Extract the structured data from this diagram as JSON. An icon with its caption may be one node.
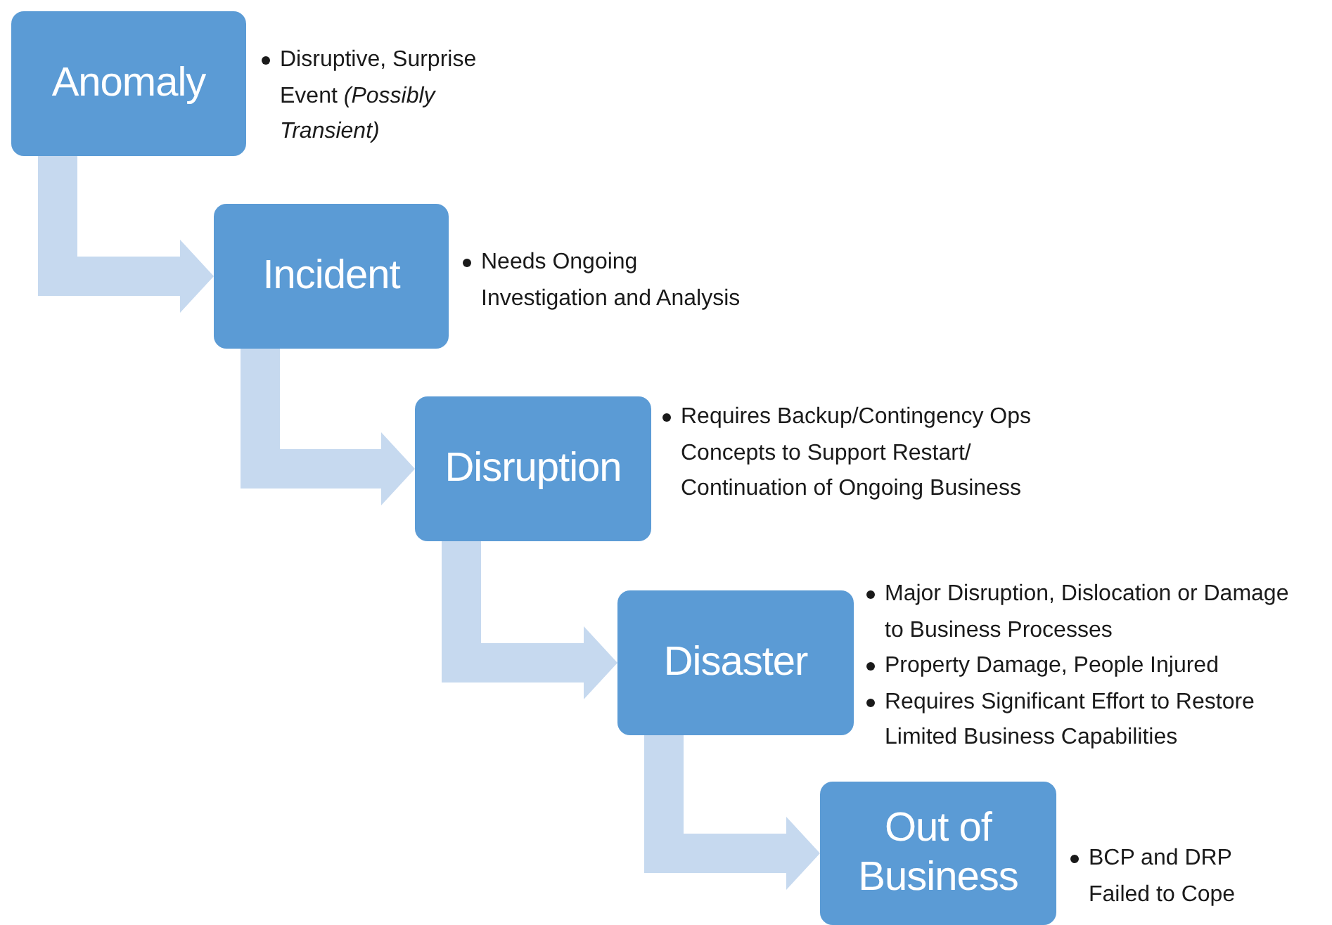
{
  "diagram": {
    "nodes": [
      {
        "text": [
          "Anomaly"
        ],
        "beside": [
          "Disruptive, Surprise Event *(Possibly Transient)*"
        ]
      },
      {
        "text": [
          "Incident"
        ],
        "beside": [
          "Needs Ongoing Investigation and Analysis"
        ]
      },
      {
        "text": [
          "Disruption"
        ],
        "beside": [
          "Requires Backup/Contingency Ops Concepts to Support Restart/ Continuation of Ongoing Business"
        ]
      },
      {
        "text": [
          "Disaster"
        ],
        "beside": [
          "Major Disruption, Dislocation or Damage to Business Processes",
          "Property Damage, People Injured",
          "Requires Significant Effort to Restore Limited Business Capabilities"
        ]
      },
      {
        "text": [
          "Out of Business"
        ],
        "beside": [
          "BCP and DRP Failed to Cope"
        ]
      }
    ],
    "edges": [
      {
        "from": 0,
        "to": 1,
        "arrow": "to"
      },
      {
        "from": 1,
        "to": 2,
        "arrow": "to"
      },
      {
        "from": 2,
        "to": 3,
        "arrow": "to"
      },
      {
        "from": 3,
        "to": 4,
        "arrow": "to"
      }
    ]
  }
}
